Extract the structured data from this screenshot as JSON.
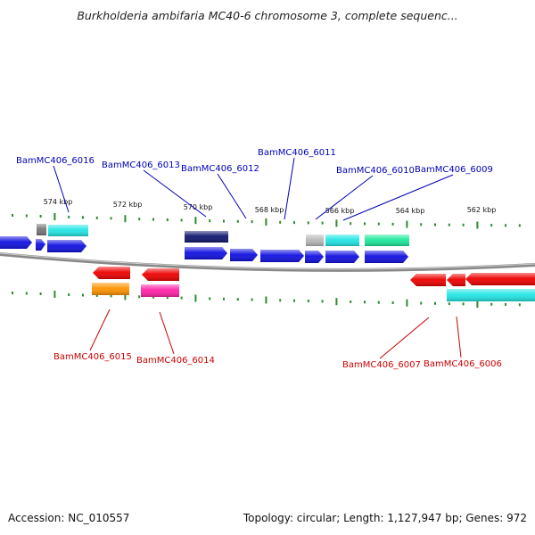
{
  "title": "Burkholderia ambifaria MC40-6 chromosome 3, complete sequenc...",
  "footer": {
    "accession": "Accession: NC_010557",
    "summary": "Topology: circular; Length: 1,127,947 bp; Genes: 972"
  },
  "colors": {
    "backbone": "#888888",
    "tick": "#2e8b2e",
    "label_forward": "#0000bb",
    "label_reverse": "#cc0000"
  },
  "scale_labels": [
    "574 kbp",
    "572 kbp",
    "570 kbp",
    "568 kbp",
    "566 kbp",
    "564 kbp",
    "562 kbp"
  ],
  "gene_labels_forward": [
    "BamMC406_6016",
    "BamMC406_6013",
    "BamMC406_6012",
    "BamMC406_6011",
    "BamMC406_6010",
    "BamMC406_6009"
  ],
  "gene_labels_reverse": [
    "BamMC406_6015",
    "BamMC406_6014",
    "BamMC406_6007",
    "BamMC406_6006"
  ]
}
